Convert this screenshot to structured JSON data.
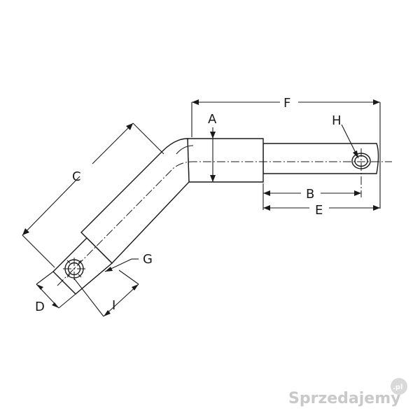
{
  "diagram": {
    "labels": {
      "A": "A",
      "B": "B",
      "C": "C",
      "D": "D",
      "E": "E",
      "F": "F",
      "G": "G",
      "H": "H",
      "I": "I"
    }
  },
  "watermark": {
    "brand": "Sprzedajemy",
    "domain": ".pl"
  },
  "colors": {
    "line": "#1a1a1a",
    "watermark": "#c9c9c9"
  }
}
